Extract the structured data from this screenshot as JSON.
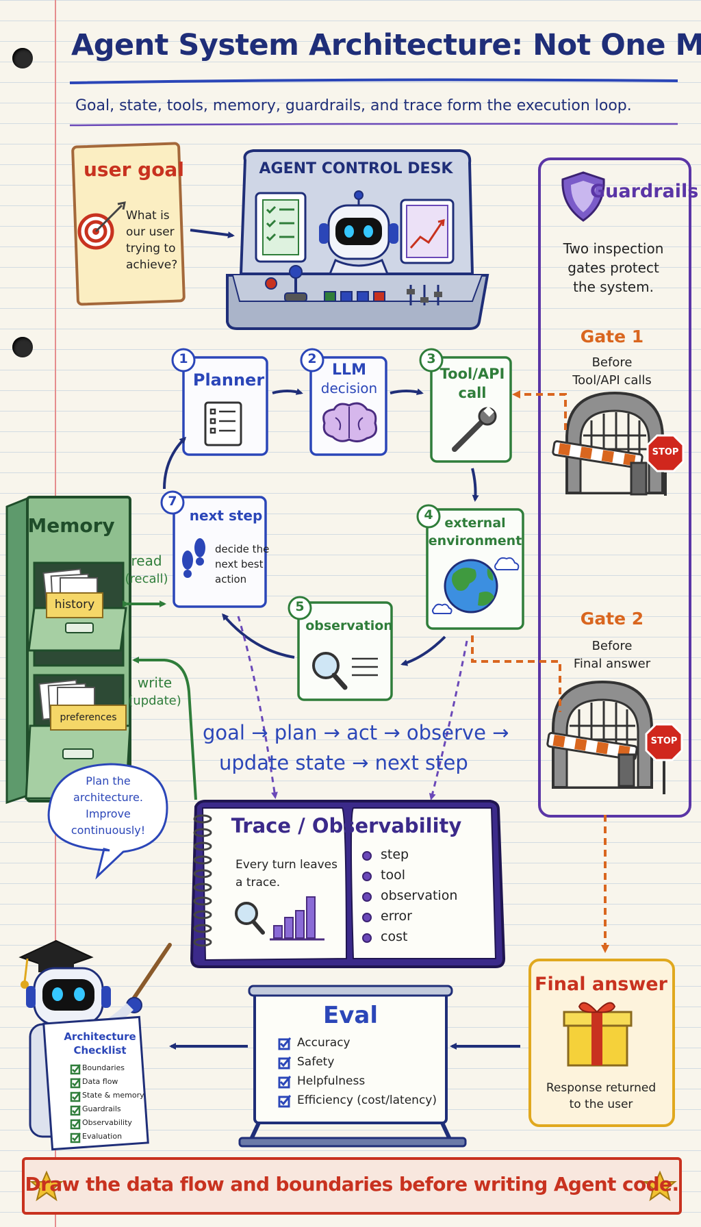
{
  "title": "Agent System Architecture: Not One Model",
  "subtitle": "Goal, state, tools, memory, guardrails, and trace form the execution loop.",
  "user_goal": {
    "heading": "user goal",
    "lines": [
      "What is",
      "our user",
      "trying to",
      "achieve?"
    ]
  },
  "control_desk": {
    "heading": "AGENT CONTROL DESK"
  },
  "guardrails": {
    "heading": "Guardrails",
    "description": [
      "Two inspection",
      "gates protect",
      "the system."
    ],
    "gate1": {
      "label": "Gate 1",
      "lines": [
        "Before",
        "Tool/API calls"
      ]
    },
    "gate2": {
      "label": "Gate 2",
      "lines": [
        "Before",
        "Final answer"
      ]
    },
    "stop_sign": "STOP"
  },
  "steps": [
    {
      "number": "1",
      "lines": [
        "Planner"
      ]
    },
    {
      "number": "2",
      "lines": [
        "LLM",
        "decision"
      ]
    },
    {
      "number": "3",
      "lines": [
        "Tool/API",
        "call"
      ]
    },
    {
      "number": "4",
      "lines": [
        "external",
        "environment"
      ]
    },
    {
      "number": "5",
      "lines": [
        "observation"
      ]
    },
    {
      "number": "7",
      "lines": [
        "next step"
      ],
      "detail": [
        "decide the",
        "next best",
        "action"
      ]
    }
  ],
  "memory": {
    "heading": "Memory",
    "drawer_top": "history",
    "drawer_bottom": "preferences",
    "read": [
      "read",
      "(recall)"
    ],
    "write": [
      "write",
      "(update)"
    ]
  },
  "loop_caption": [
    "goal → plan → act → observe →",
    "update state → next step"
  ],
  "trace": {
    "heading": "Trace / Observability",
    "note": [
      "Every turn leaves",
      "a trace."
    ],
    "items": [
      "step",
      "tool",
      "observation",
      "error",
      "cost"
    ]
  },
  "speech_bubble": [
    "Plan the",
    "architecture.",
    "Improve",
    "continuously!"
  ],
  "checklist": {
    "heading": [
      "Architecture",
      "Checklist"
    ],
    "items": [
      "Boundaries",
      "Data flow",
      "State & memory",
      "Guardrails",
      "Observability",
      "Evaluation"
    ]
  },
  "eval": {
    "heading": "Eval",
    "items": [
      "Accuracy",
      "Safety",
      "Helpfulness",
      "Efficiency (cost/latency)"
    ]
  },
  "final_answer": {
    "heading": "Final answer",
    "lines": [
      "Response returned",
      "to the user"
    ]
  },
  "footer": "Draw the data flow and boundaries before writing Agent code.",
  "colors": {
    "navy": "#1f2e78",
    "blue": "#2b46b8",
    "green": "#2f7d3a",
    "purple": "#5a35a6",
    "red": "#c8321f",
    "orange": "#d9661f",
    "gold": "#e0a81e"
  }
}
